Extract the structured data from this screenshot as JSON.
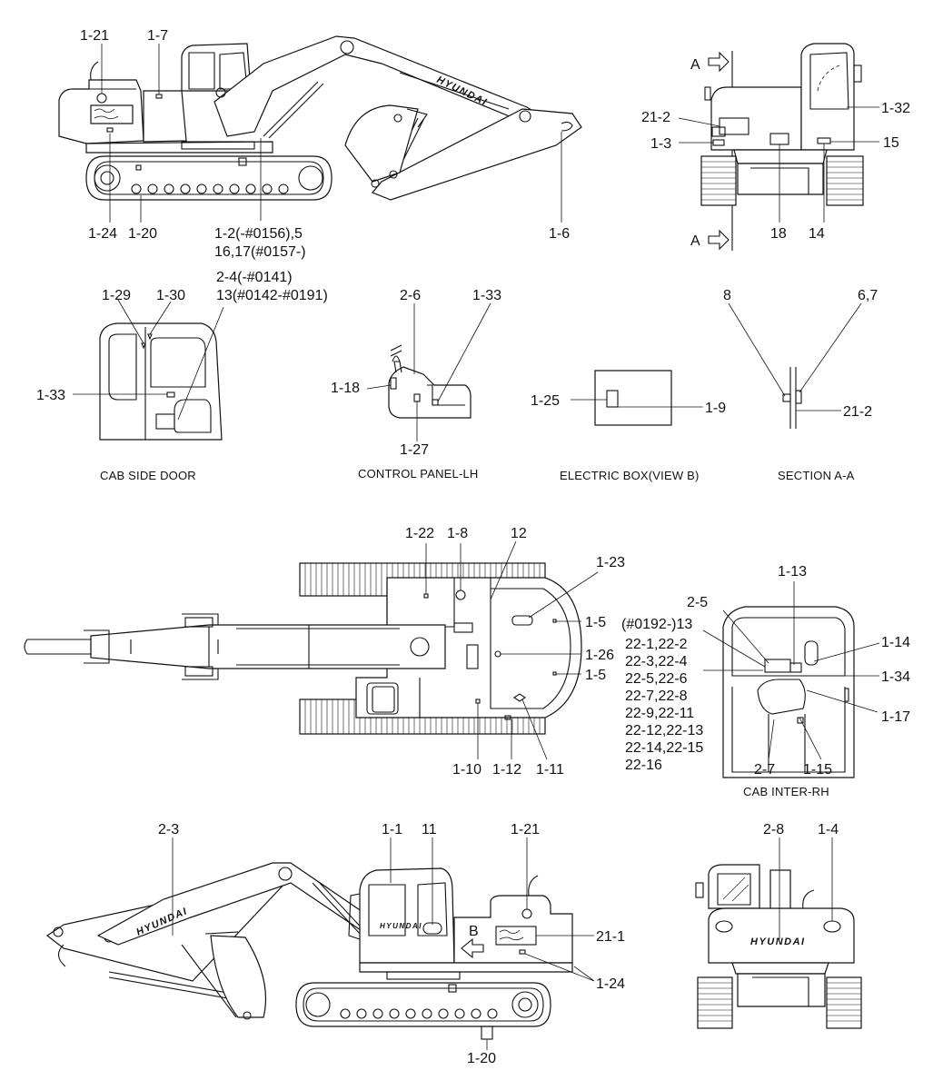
{
  "callouts": {
    "side_lh": {
      "c_1_21": "1-21",
      "c_1_7": "1-7",
      "c_1_24": "1-24",
      "c_1_20": "1-20",
      "c_1_2_a": "1-2(-#0156),5",
      "c_1_2_b": "16,17(#0157-)",
      "c_1_6": "1-6",
      "brand": "HYUNDAI"
    },
    "front": {
      "c_A_top": "A",
      "c_A_bot": "A",
      "c_21_2": "21-2",
      "c_1_3": "1-3",
      "c_1_32": "1-32",
      "c_15": "15",
      "c_18": "18",
      "c_14": "14"
    },
    "cab_door": {
      "c_1_29": "1-29",
      "c_1_30": "1-30",
      "c_2_4_a": "2-4(-#0141)",
      "c_2_4_b": "13(#0142-#0191)",
      "c_1_33": "1-33",
      "caption": "CAB SIDE DOOR"
    },
    "control_panel": {
      "c_2_6": "2-6",
      "c_1_33": "1-33",
      "c_1_18": "1-18",
      "c_1_27": "1-27",
      "caption": "CONTROL PANEL-LH"
    },
    "electric_box": {
      "c_1_25": "1-25",
      "c_1_9": "1-9",
      "caption": "ELECTRIC BOX(VIEW B)"
    },
    "section_aa": {
      "c_8": "8",
      "c_6_7": "6,7",
      "c_21_2": "21-2",
      "caption": "SECTION A-A"
    },
    "top_view": {
      "c_1_22": "1-22",
      "c_1_8": "1-8",
      "c_12": "12",
      "c_1_23": "1-23",
      "c_1_5_a": "1-5",
      "c_1_26": "1-26",
      "c_1_5_b": "1-5",
      "c_1_10": "1-10",
      "c_1_12": "1-12",
      "c_1_11": "1-11"
    },
    "cab_inter": {
      "c_1_13": "1-13",
      "c_2_5": "2-5",
      "c_0192_13": "(#0192-)13",
      "list": [
        "22-1,22-2",
        "22-3,22-4",
        "22-5,22-6",
        "22-7,22-8",
        "22-9,22-11",
        "22-12,22-13",
        "22-14,22-15",
        "22-16"
      ],
      "c_1_14": "1-14",
      "c_1_34": "1-34",
      "c_1_17": "1-17",
      "c_2_7": "2-7",
      "c_1_15": "1-15",
      "caption": "CAB INTER-RH"
    },
    "side_rh": {
      "c_2_3": "2-3",
      "c_1_1": "1-1",
      "c_11": "11",
      "c_1_21": "1-21",
      "c_21_1": "21-1",
      "c_1_24": "1-24",
      "c_1_20": "1-20",
      "c_B": "B",
      "brand": "HYUNDAI"
    },
    "rear": {
      "c_2_8": "2-8",
      "c_1_4": "1-4",
      "brand": "HYUNDAI"
    }
  }
}
